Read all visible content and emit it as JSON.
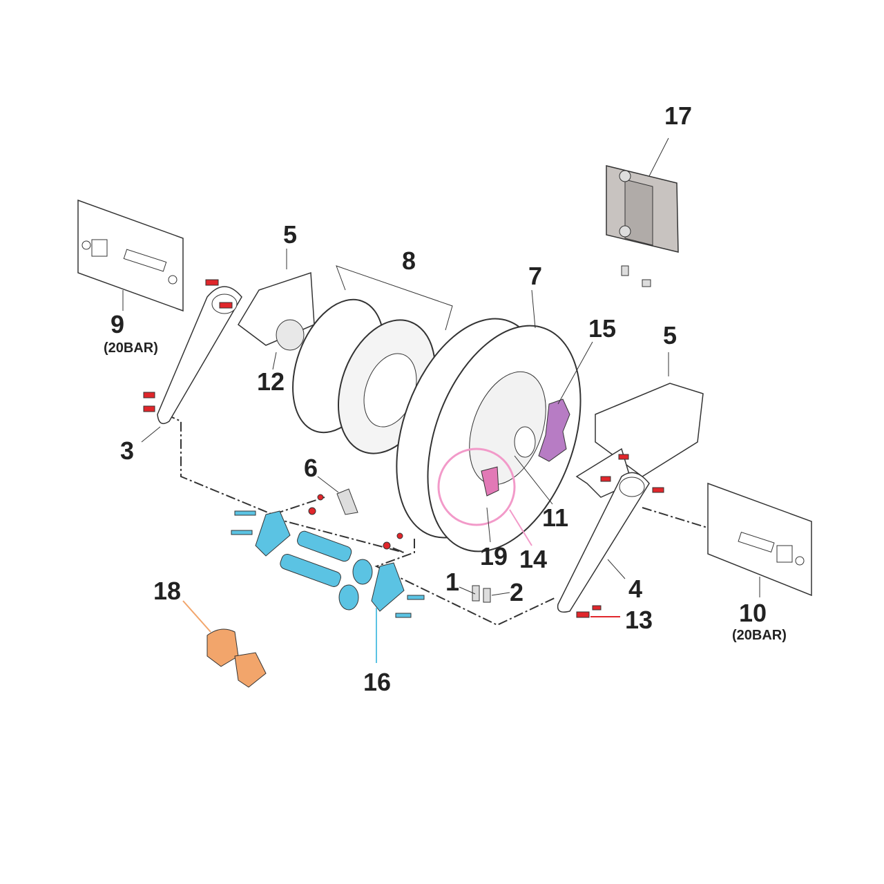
{
  "diagram": {
    "title": "Hose reel exploded parts view",
    "colors": {
      "bolt_red": "#e0262b",
      "part_blue": "#5bc3e3",
      "part_purple": "#b77cc4",
      "part_pink": "#e279b6",
      "part_orange": "#f2a56b",
      "bracket_grey": "#c8c3c0"
    },
    "labels": [
      {
        "id": "1",
        "text": "1"
      },
      {
        "id": "2",
        "text": "2"
      },
      {
        "id": "3",
        "text": "3"
      },
      {
        "id": "4",
        "text": "4"
      },
      {
        "id": "5a",
        "text": "5"
      },
      {
        "id": "5b",
        "text": "5"
      },
      {
        "id": "6",
        "text": "6"
      },
      {
        "id": "7",
        "text": "7"
      },
      {
        "id": "8",
        "text": "8"
      },
      {
        "id": "9",
        "text": "9",
        "sub": "(20BAR)"
      },
      {
        "id": "10",
        "text": "10",
        "sub": "(20BAR)"
      },
      {
        "id": "11",
        "text": "11"
      },
      {
        "id": "12",
        "text": "12"
      },
      {
        "id": "13",
        "text": "13"
      },
      {
        "id": "14",
        "text": "14"
      },
      {
        "id": "15",
        "text": "15"
      },
      {
        "id": "16",
        "text": "16"
      },
      {
        "id": "17",
        "text": "17"
      },
      {
        "id": "18",
        "text": "18"
      },
      {
        "id": "19",
        "text": "19"
      }
    ]
  }
}
